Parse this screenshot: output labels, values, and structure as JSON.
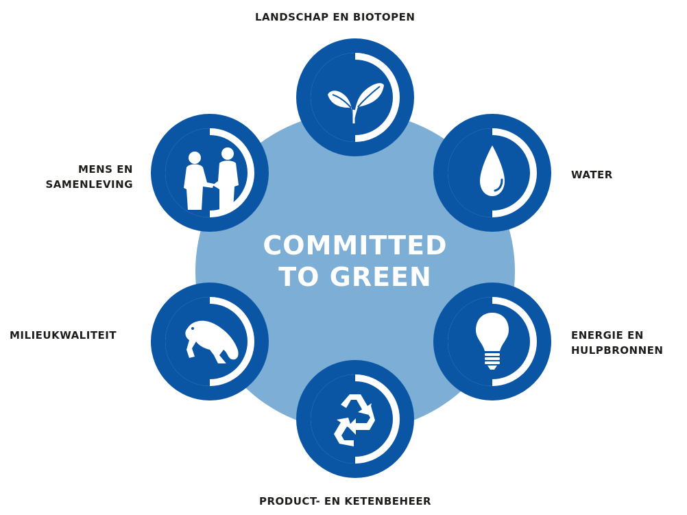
{
  "center": {
    "line1": "COMMITTED",
    "line2": "TO GREEN"
  },
  "themes": [
    {
      "id": "landschap",
      "icon": "leaf-sprout-icon",
      "lines": [
        "LANDSCHAP EN BIOTOPEN"
      ]
    },
    {
      "id": "water",
      "icon": "water-drop-icon",
      "lines": [
        "WATER"
      ]
    },
    {
      "id": "energie",
      "icon": "light-bulb-icon",
      "lines": [
        "ENERGIE EN",
        "HULPBRONNEN"
      ]
    },
    {
      "id": "product",
      "icon": "recycle-icon",
      "lines": [
        "PRODUCT- EN KETENBEHEER"
      ]
    },
    {
      "id": "milieu",
      "icon": "frog-icon",
      "lines": [
        "MILIEUKWALITEIT"
      ]
    },
    {
      "id": "mens",
      "icon": "handshake-people-icon",
      "lines": [
        "MENS EN",
        "SAMENLEVING"
      ]
    }
  ],
  "colors": {
    "badge_blue": "#0a56a5",
    "center_blue": "#7caed6",
    "white": "#ffffff",
    "label_text": "#1d1d1b"
  }
}
